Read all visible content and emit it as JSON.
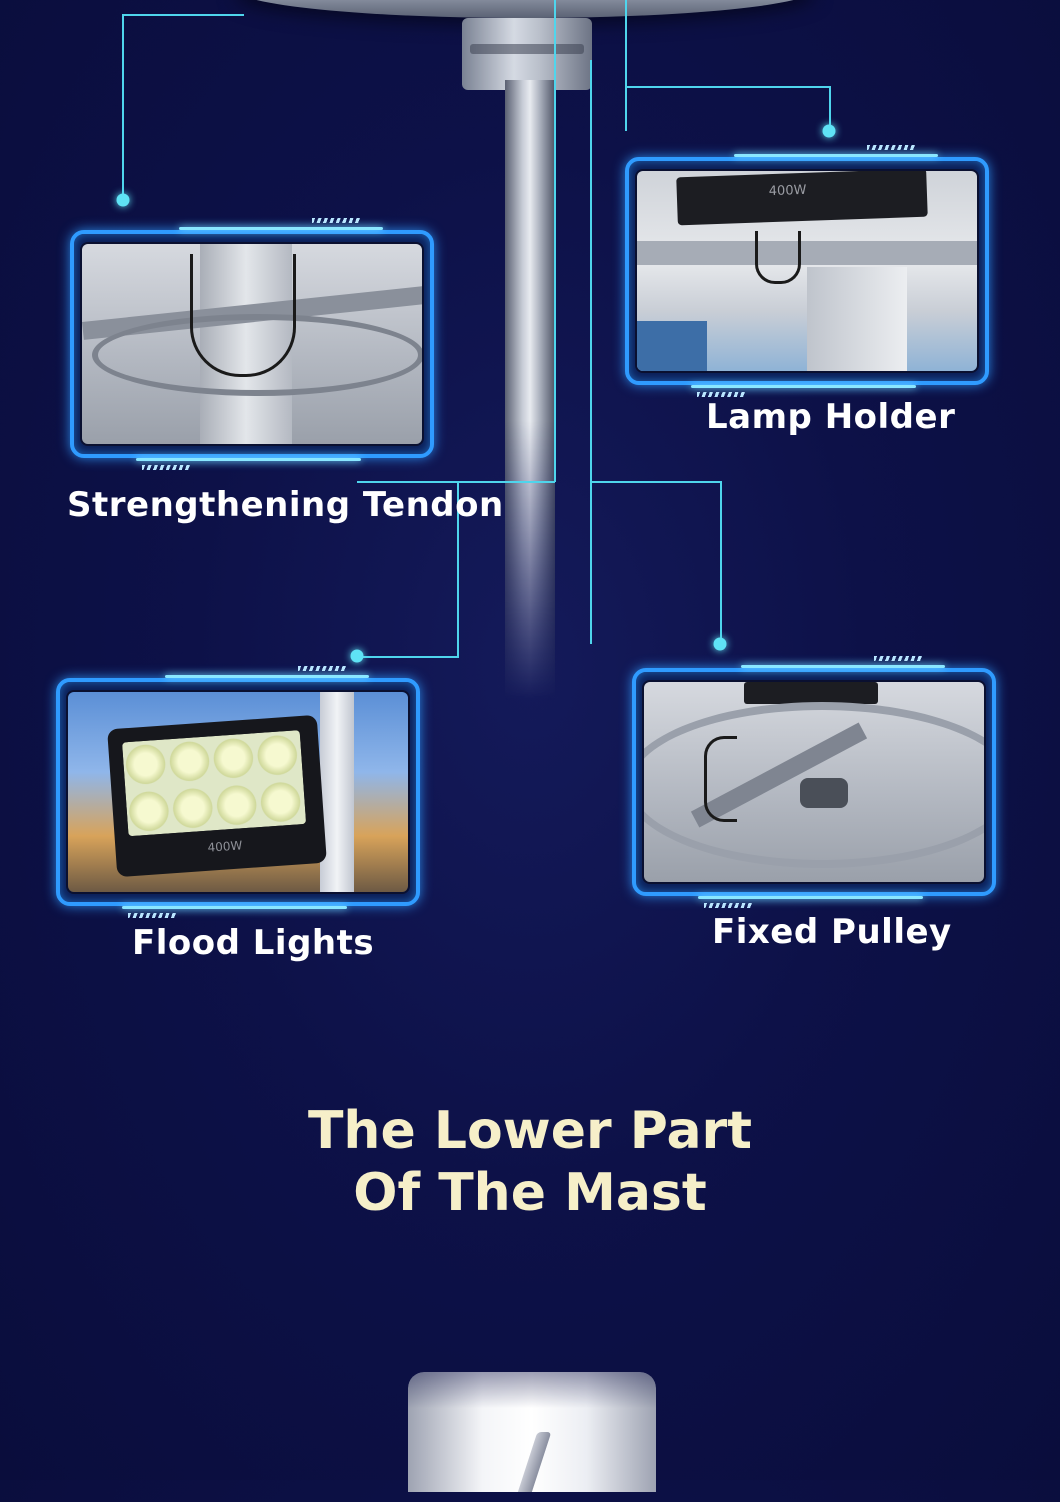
{
  "colors": {
    "background": "#0d1148",
    "accent_cyan": "#4fd5ec",
    "frame_blue": "#2f9bff",
    "title_cream": "#f6efc9",
    "caption_white": "#ffffff"
  },
  "panels": [
    {
      "id": "strengthening-tendon",
      "caption": "Strengthening Tendon"
    },
    {
      "id": "lamp-holder",
      "caption": "Lamp Holder"
    },
    {
      "id": "flood-lights",
      "caption": "Flood Lights",
      "lamp_label": "400W"
    },
    {
      "id": "fixed-pulley",
      "caption": "Fixed Pulley"
    }
  ],
  "lamp_holder_label": "400W",
  "section_title": {
    "line1": "The Lower Part",
    "line2": "Of The Mast"
  }
}
